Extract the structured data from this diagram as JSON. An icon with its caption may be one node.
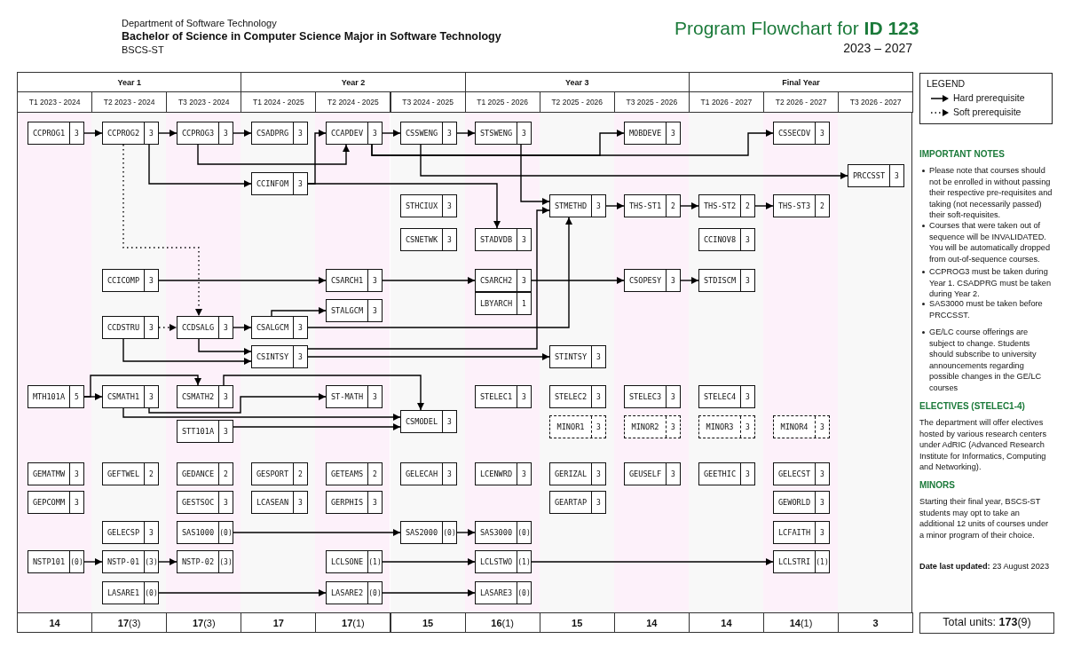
{
  "diagram": {
    "title": "Program Flowchart for **ID 123**",
    "nodes": [
      {
        "text": [
          "CCPROG1",
          "3"
        ]
      },
      {
        "text": [
          "CCPROG2",
          "3"
        ]
      },
      {
        "text": [
          "CCPROG3",
          "3"
        ]
      },
      {
        "text": [
          "CSADPRG",
          "3"
        ]
      },
      {
        "text": [
          "CCAPDEV",
          "3"
        ]
      },
      {
        "text": [
          "CSSWENG",
          "3"
        ]
      },
      {
        "text": [
          "STSWENG",
          "3"
        ]
      },
      {
        "text": [
          "MOBDEVE",
          "3"
        ]
      },
      {
        "text": [
          "CSSECDV",
          "3"
        ]
      },
      {
        "text": [
          "CCINFOM",
          "3"
        ]
      },
      {
        "text": [
          "PRCCSST",
          "3"
        ]
      },
      {
        "text": [
          "STHCIUX",
          "3"
        ]
      },
      {
        "text": [
          "STMETHD",
          "3"
        ]
      },
      {
        "text": [
          "THS-ST1",
          "2"
        ]
      },
      {
        "text": [
          "THS-ST2",
          "2"
        ]
      },
      {
        "text": [
          "THS-ST3",
          "2"
        ]
      },
      {
        "text": [
          "CSNETWK",
          "3"
        ]
      },
      {
        "text": [
          "STADVDB",
          "3"
        ]
      },
      {
        "text": [
          "CCINOV8",
          "3"
        ]
      },
      {
        "text": [
          "CCICOMP",
          "3"
        ]
      },
      {
        "text": [
          "CSARCH1",
          "3"
        ]
      },
      {
        "text": [
          "CSARCH2",
          "3"
        ]
      },
      {
        "text": [
          "CSOPESY",
          "3"
        ]
      },
      {
        "text": [
          "STDISCM",
          "3"
        ]
      },
      {
        "text": [
          "LBYARCH",
          "1"
        ]
      },
      {
        "text": [
          "STALGCM",
          "3"
        ]
      },
      {
        "text": [
          "CCDSTRU",
          "3"
        ]
      },
      {
        "text": [
          "CCDSALG",
          "3"
        ]
      },
      {
        "text": [
          "CSALGCM",
          "3"
        ]
      },
      {
        "text": [
          "CSINTSY",
          "3"
        ]
      },
      {
        "text": [
          "STINTSY",
          "3"
        ]
      },
      {
        "text": [
          "MTH101A",
          "5"
        ]
      },
      {
        "text": [
          "CSMATH1",
          "3"
        ]
      },
      {
        "text": [
          "CSMATH2",
          "3"
        ]
      },
      {
        "text": [
          "ST-MATH",
          "3"
        ]
      },
      {
        "text": [
          "STELEC1",
          "3"
        ]
      },
      {
        "text": [
          "STELEC2",
          "3"
        ]
      },
      {
        "text": [
          "STELEC3",
          "3"
        ]
      },
      {
        "text": [
          "STELEC4",
          "3"
        ]
      },
      {
        "text": [
          "CSMODEL",
          "3"
        ]
      },
      {
        "text": [
          "MINOR1",
          "3"
        ]
      },
      {
        "text": [
          "MINOR2",
          "3"
        ]
      },
      {
        "text": [
          "MINOR3",
          "3"
        ]
      },
      {
        "text": [
          "MINOR4",
          "3"
        ]
      },
      {
        "text": [
          "STT101A",
          "3"
        ]
      },
      {
        "text": [
          "GEMATMW",
          "3"
        ]
      },
      {
        "text": [
          "GEFTWEL",
          "2"
        ]
      },
      {
        "text": [
          "GEDANCE",
          "2"
        ]
      },
      {
        "text": [
          "GESPORT",
          "2"
        ]
      },
      {
        "text": [
          "GETEAMS",
          "2"
        ]
      },
      {
        "text": [
          "GELECAH",
          "3"
        ]
      },
      {
        "text": [
          "LCENWRD",
          "3"
        ]
      },
      {
        "text": [
          "GERIZAL",
          "3"
        ]
      },
      {
        "text": [
          "GEUSELF",
          "3"
        ]
      },
      {
        "text": [
          "GEETHIC",
          "3"
        ]
      },
      {
        "text": [
          "GELECST",
          "3"
        ]
      },
      {
        "text": [
          "GEPCOMM",
          "3"
        ]
      },
      {
        "text": [
          "GESTSOC",
          "3"
        ]
      },
      {
        "text": [
          "LCASEAN",
          "3"
        ]
      },
      {
        "text": [
          "GERPHIS",
          "3"
        ]
      },
      {
        "text": [
          "GEARTAP",
          "3"
        ]
      },
      {
        "text": [
          "GEWORLD",
          "3"
        ]
      },
      {
        "text": [
          "GELECSP",
          "3"
        ]
      },
      {
        "text": [
          "SAS1000",
          "(0)"
        ]
      },
      {
        "text": [
          "SAS2000",
          "(0)"
        ]
      },
      {
        "text": [
          "SAS3000",
          "(0)"
        ]
      },
      {
        "text": [
          "LCFAITH",
          "3"
        ]
      },
      {
        "text": [
          "NSTP101",
          "(0)"
        ]
      },
      {
        "text": [
          "NSTP-01",
          "(3)"
        ]
      },
      {
        "text": [
          "NSTP-02",
          "(3)"
        ]
      },
      {
        "text": [
          "LCLSONE",
          "(1)"
        ]
      },
      {
        "text": [
          "LCLSTWO",
          "(1)"
        ]
      },
      {
        "text": [
          "LCLSTRI",
          "(1)"
        ]
      },
      {
        "text": [
          "LASARE1",
          "(0)"
        ]
      },
      {
        "text": [
          "LASARE2",
          "(0)"
        ]
      },
      {
        "text": [
          "LASARE3",
          "(0)"
        ]
      }
    ],
    "edges": [
      {
        "from": 0,
        "to": 1,
        "arrow": "to"
      },
      {
        "from": 1,
        "to": 2,
        "arrow": "to"
      },
      {
        "from": 2,
        "to": 3,
        "arrow": "to"
      },
      {
        "from": 4,
        "to": 5,
        "arrow": "to"
      },
      {
        "from": 5,
        "to": 6,
        "arrow": "to"
      },
      {
        "from": 9,
        "to": 4,
        "arrow": "to"
      },
      {
        "from": 2,
        "to": 4,
        "arrow": "to"
      },
      {
        "from": 1,
        "to": 9,
        "arrow": "to"
      },
      {
        "from": 9,
        "to": 17,
        "arrow": "to"
      },
      {
        "from": 4,
        "to": 7,
        "arrow": "to"
      },
      {
        "from": 4,
        "to": 8,
        "arrow": "to"
      },
      {
        "from": 5,
        "to": 10,
        "arrow": "to"
      },
      {
        "from": 6,
        "to": 12,
        "arrow": "to"
      },
      {
        "from": 28,
        "to": 12,
        "arrow": "to"
      },
      {
        "from": 29,
        "to": 12,
        "arrow": "to"
      },
      {
        "from": 29,
        "to": 30,
        "arrow": "to"
      },
      {
        "from": 12,
        "to": 13,
        "arrow": "to"
      },
      {
        "from": 13,
        "to": 14,
        "arrow": "to"
      },
      {
        "from": 14,
        "to": 15,
        "arrow": "to"
      },
      {
        "from": 26,
        "to": 27,
        "arrow": "to",
        "style": "dashed"
      },
      {
        "from": 1,
        "to": 27,
        "arrow": "to",
        "style": "dashed"
      },
      {
        "from": 27,
        "to": 28,
        "arrow": "to"
      },
      {
        "from": 28,
        "to": 25,
        "arrow": "to"
      },
      {
        "from": 27,
        "to": 29,
        "arrow": "to"
      },
      {
        "from": 26,
        "to": 29,
        "arrow": "to"
      },
      {
        "from": 19,
        "to": 20,
        "arrow": "to"
      },
      {
        "from": 20,
        "to": 21,
        "arrow": "to"
      },
      {
        "from": 21,
        "to": 22,
        "arrow": "to"
      },
      {
        "from": 22,
        "to": 23,
        "arrow": "to"
      },
      {
        "from": 31,
        "to": 32,
        "arrow": "to"
      },
      {
        "from": 31,
        "to": 33,
        "arrow": "to"
      },
      {
        "from": 33,
        "to": 39,
        "arrow": "to"
      },
      {
        "from": 32,
        "to": 34,
        "arrow": "to"
      },
      {
        "from": 32,
        "to": 39,
        "arrow": "to"
      },
      {
        "from": 44,
        "to": 39,
        "arrow": "to"
      },
      {
        "from": 63,
        "to": 64,
        "arrow": "to"
      },
      {
        "from": 64,
        "to": 65,
        "arrow": "to"
      },
      {
        "from": 67,
        "to": 68,
        "arrow": "to"
      },
      {
        "from": 68,
        "to": 69,
        "arrow": "to"
      },
      {
        "from": 70,
        "to": 71,
        "arrow": "to"
      },
      {
        "from": 71,
        "to": 72,
        "arrow": "to"
      },
      {
        "from": 73,
        "to": 74,
        "arrow": "to"
      },
      {
        "from": 74,
        "to": 75,
        "arrow": "to"
      }
    ],
    "labels": [
      "Department of Software Technology",
      "Bachelor of Science in Computer Science Major in Software Technology",
      "BSCS-ST",
      "2023 – 2027",
      "Year 1",
      "Year 2",
      "Year 3",
      "Final Year",
      "T1 2023 - 2024",
      "T2 2023 - 2024",
      "T3 2023 - 2024",
      "T1 2024 - 2025",
      "T2 2024 - 2025",
      "T3 2024 - 2025",
      "T1 2025 - 2026",
      "T2 2025 - 2026",
      "T3 2025 - 2026",
      "T1 2026 - 2027",
      "T2 2026 - 2027",
      "T3 2026 - 2027",
      "14",
      "**17**(3)",
      "**17**(3)",
      "17",
      "**17**(1)",
      "15",
      "**16**(1)",
      "15",
      "14",
      "14",
      "**14**(1)",
      "3",
      "LEGEND",
      "IMPORTANT NOTES",
      "Please note that courses should not be enrolled in without passing their respective pre-requisites and taking (not necessarily passed) their soft-requisites.",
      "Courses that were taken out of sequence will be INVALIDATED. You will be automatically dropped from out-of-sequence courses.",
      "CCPROG3 must be taken during Year 1. CSADPRG must be taken during Year 2.",
      "SAS3000 must be taken before PRCCSST.",
      "GE/LC course offerings are subject to change. Students should subscribe to university announcements regarding possible changes in the GE/LC courses",
      "ELECTIVES (STELEC1-4)",
      "The department will offer electives hosted by various research centers under AdRIC (Advanced Research Institute for Informatics, Computing and Networking).",
      "MINORS",
      "Starting their final year, BSCS-ST students may opt to take an additional 12 units of courses under a minor program of their choice.",
      "**Date last updated:** 23 August 2023",
      "Total units: **173**(9)"
    ],
    "legend": [
      {
        "text": "Hard prerequisite"
      },
      {
        "text": "Soft prerequisite"
      }
    ]
  }
}
